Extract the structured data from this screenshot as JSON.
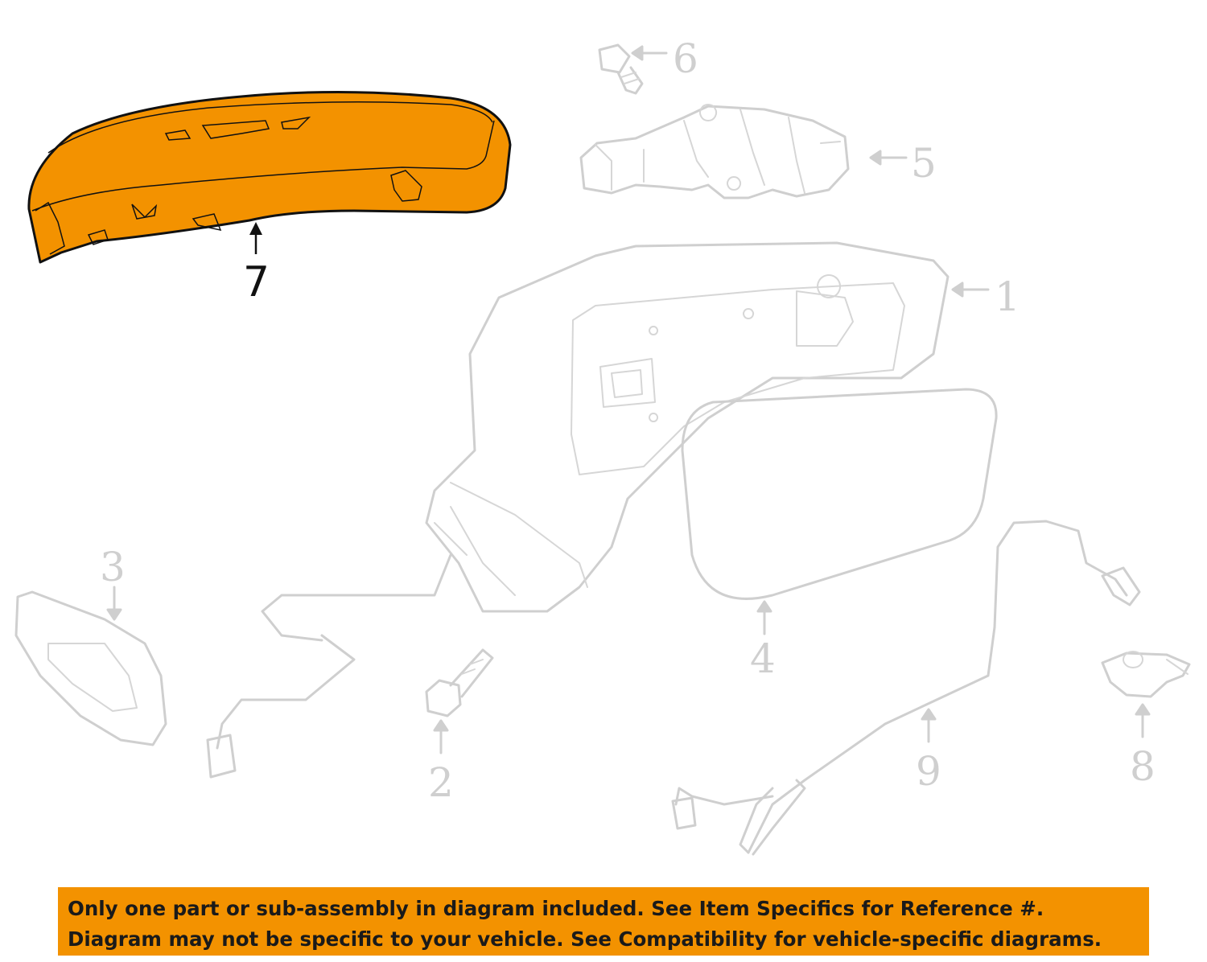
{
  "colors": {
    "highlight": "#f39200",
    "ghost": "#cfcfcf",
    "outline": "#111111",
    "banner": "#f39200"
  },
  "callouts": {
    "c1": "1",
    "c2": "2",
    "c3": "3",
    "c4": "4",
    "c5": "5",
    "c6": "6",
    "c7": "7",
    "c8": "8",
    "c9": "9"
  },
  "highlighted_part": "7",
  "banner": {
    "line1": "Only one part or sub-assembly in diagram included. See Item Specifics for Reference #.",
    "line2": "Diagram may not be specific to your vehicle. See Compatibility for vehicle-specific diagrams."
  }
}
